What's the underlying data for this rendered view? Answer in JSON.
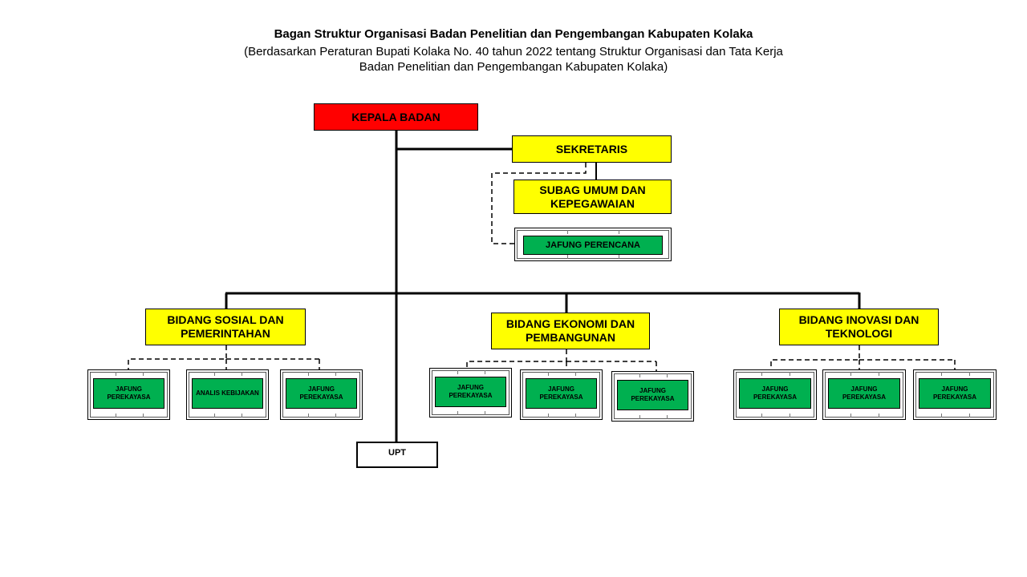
{
  "header": {
    "title": "Bagan Struktur Organisasi Badan Penelitian dan Pengembangan Kabupaten Kolaka",
    "subtitle_line1": "(Berdasarkan Peraturan Bupati Kolaka No. 40 tahun 2022 tentang Struktur Organisasi dan Tata Kerja",
    "subtitle_line2": "Badan Penelitian dan Pengembangan Kabupaten Kolaka)"
  },
  "colors": {
    "head": "#ff0000",
    "unit": "#ffff00",
    "functional": "#00b050",
    "line": "#000000"
  },
  "nodes": {
    "kepala": "KEPALA BADAN",
    "sekretaris": "SEKRETARIS",
    "subag": "SUBAG UMUM DAN KEPEGAWAIAN",
    "jafung_perencana": "JAFUNG PERENCANA",
    "bidang_sosial": "BIDANG SOSIAL DAN PEMERINTAHAN",
    "bidang_ekonomi": "BIDANG EKONOMI DAN PEMBANGUNAN",
    "bidang_inovasi": "BIDANG INOVASI DAN TEKNOLOGI",
    "upt": "UPT"
  },
  "functional_groups": {
    "sosial": [
      "JAFUNG PEREKAYASA",
      "ANALIS KEBIJAKAN",
      "JAFUNG PEREKAYASA"
    ],
    "ekonomi": [
      "JAFUNG PEREKAYASA",
      "JAFUNG PEREKAYASA",
      "JAFUNG PEREKAYASA"
    ],
    "inovasi": [
      "JAFUNG PEREKAYASA",
      "JAFUNG PEREKAYASA",
      "JAFUNG PEREKAYASA"
    ]
  }
}
